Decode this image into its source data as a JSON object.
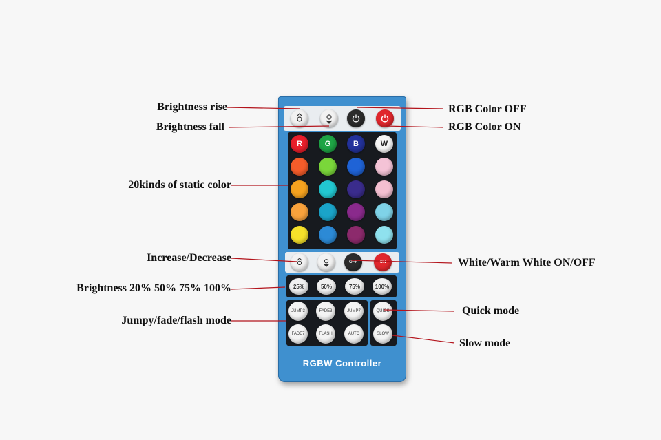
{
  "labels": {
    "brightness_rise": "Brightness rise",
    "brightness_fall": "Brightness fall",
    "static_color": "20kinds of static color",
    "increase_decrease": "Increase/Decrease",
    "brightness_levels": "Brightness 20% 50% 75% 100%",
    "jump_fade_flash": "Jumpy/fade/flash mode",
    "rgb_off": "RGB Color OFF",
    "rgb_on": "RGB Color ON",
    "white_on_off": "White/Warm White ON/OFF",
    "quick_mode": "Quick mode",
    "slow_mode": "Slow mode"
  },
  "remote": {
    "title": "RGBW  Controller",
    "top_buttons": [
      "brightness-up",
      "brightness-down",
      "rgb-off",
      "rgb-on"
    ],
    "color_letters": {
      "r": "R",
      "g": "G",
      "b": "B",
      "w": "W"
    },
    "color_grid": [
      [
        "#e81e2a",
        "#1ea445",
        "#23329c",
        "#f6f6f6"
      ],
      [
        "#f35c2a",
        "#7ad63a",
        "#1f63d6",
        "#f4c3d6"
      ],
      [
        "#f5a21f",
        "#22c7d1",
        "#3a2c8c",
        "#f4bfd1"
      ],
      [
        "#f9a23c",
        "#1aa4c9",
        "#8a2a8c",
        "#7fd3e8"
      ],
      [
        "#f6e12a",
        "#2c8ad6",
        "#8c2a6c",
        "#8fe1ee"
      ]
    ],
    "control_buttons": [
      "white-brightness-up",
      "white-brightness-down",
      "white-off",
      "white-on"
    ],
    "percent_buttons": [
      "25%",
      "50%",
      "75%",
      "100%"
    ],
    "mode_buttons": [
      "JUMP3",
      "FADE3",
      "JUMP7",
      "FADE7",
      "FLASH",
      "AUTO"
    ],
    "speed_buttons": [
      "QUICK",
      "SLOW"
    ],
    "power_off": "OFF",
    "power_on": "ON"
  }
}
